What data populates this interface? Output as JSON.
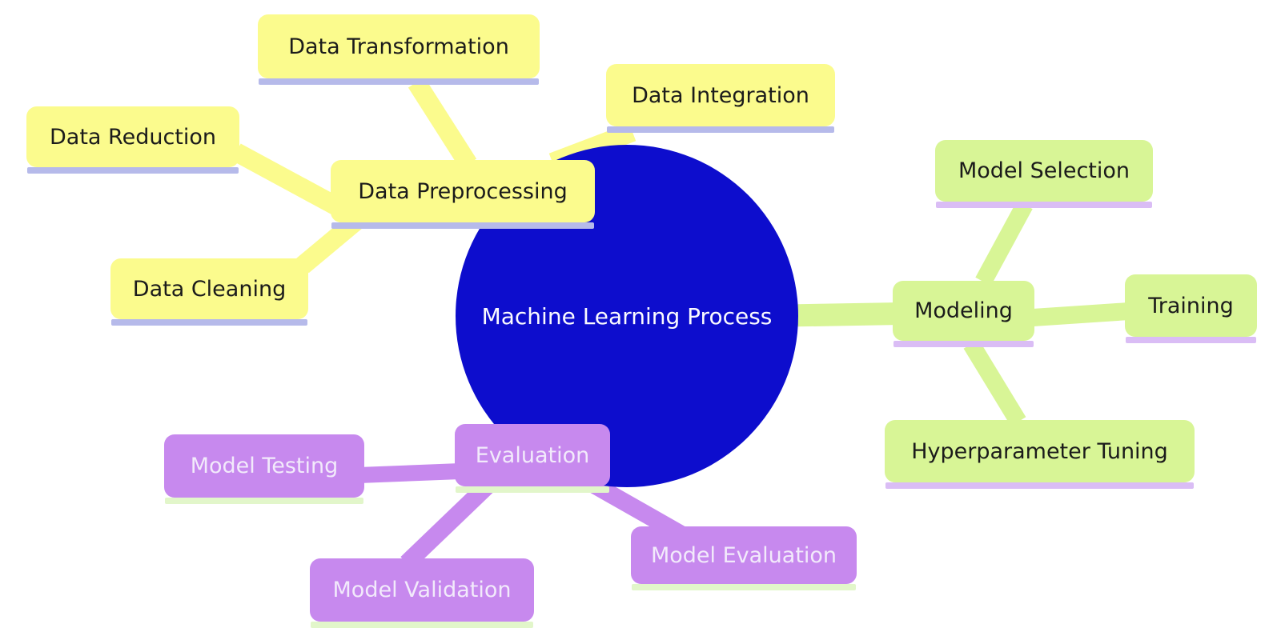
{
  "nodes": {
    "root": {
      "label": "Machine Learning Process"
    },
    "data_preprocessing": {
      "label": "Data Preprocessing"
    },
    "data_transformation": {
      "label": "Data Transformation"
    },
    "data_integration": {
      "label": "Data Integration"
    },
    "data_reduction": {
      "label": "Data Reduction"
    },
    "data_cleaning": {
      "label": "Data Cleaning"
    },
    "modeling": {
      "label": "Modeling"
    },
    "model_selection": {
      "label": "Model Selection"
    },
    "training": {
      "label": "Training"
    },
    "hyperparameter_tuning": {
      "label": "Hyperparameter Tuning"
    },
    "evaluation": {
      "label": "Evaluation"
    },
    "model_testing": {
      "label": "Model Testing"
    },
    "model_validation": {
      "label": "Model Validation"
    },
    "model_evaluation": {
      "label": "Model Evaluation"
    }
  },
  "structure": {
    "root": "Machine Learning Process",
    "branches": [
      {
        "label": "Data Preprocessing",
        "children": [
          "Data Transformation",
          "Data Integration",
          "Data Reduction",
          "Data Cleaning"
        ]
      },
      {
        "label": "Modeling",
        "children": [
          "Model Selection",
          "Training",
          "Hyperparameter Tuning"
        ]
      },
      {
        "label": "Evaluation",
        "children": [
          "Model Testing",
          "Model Validation",
          "Model Evaluation"
        ]
      }
    ]
  },
  "colors": {
    "root_fill": "#0d0dcd",
    "root_text": "#fafaff",
    "yellow_fill": "#fbfb8d",
    "yellow_underline": "#b6baea",
    "green_fill": "#d8f596",
    "green_underline": "#dabdf5",
    "purple_fill": "#c789ee",
    "purple_underline": "#e2f6ca",
    "dark_text": "#1b1b1b",
    "light_text": "#f2eafb"
  }
}
